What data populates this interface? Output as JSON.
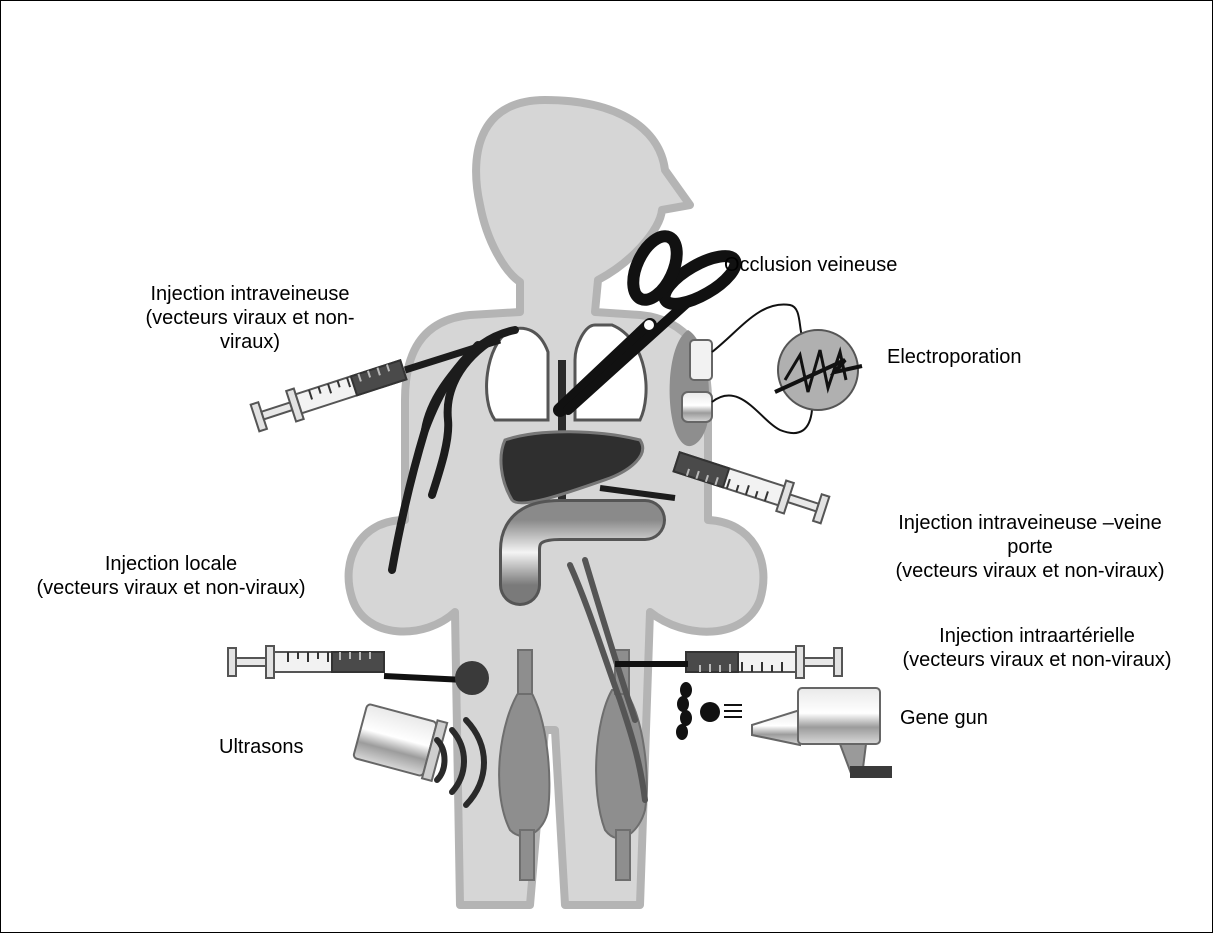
{
  "labels": {
    "occlusion": [
      "Occlusion veineuse"
    ],
    "electroporation": [
      "Electroporation"
    ],
    "iv": [
      "Injection intraveineuse",
      "(vecteurs viraux et non-",
      "viraux)"
    ],
    "iv_porte": [
      "Injection intraveineuse –veine",
      "porte",
      "(vecteurs viraux et non-viraux)"
    ],
    "locale": [
      "Injection locale",
      "(vecteurs viraux et non-viraux)"
    ],
    "intraarterielle": [
      "Injection intraartérielle",
      "(vecteurs viraux et non-viraux)"
    ],
    "gene_gun": [
      "Gene gun"
    ],
    "ultrasons": [
      "Ultrasons"
    ]
  },
  "colors": {
    "body": "#d6d6d6",
    "body_outline": "#b4b4b4",
    "liver": "#2f2f2f",
    "muscle": "#8e8e8e",
    "vessel": "#1c1c1c"
  }
}
